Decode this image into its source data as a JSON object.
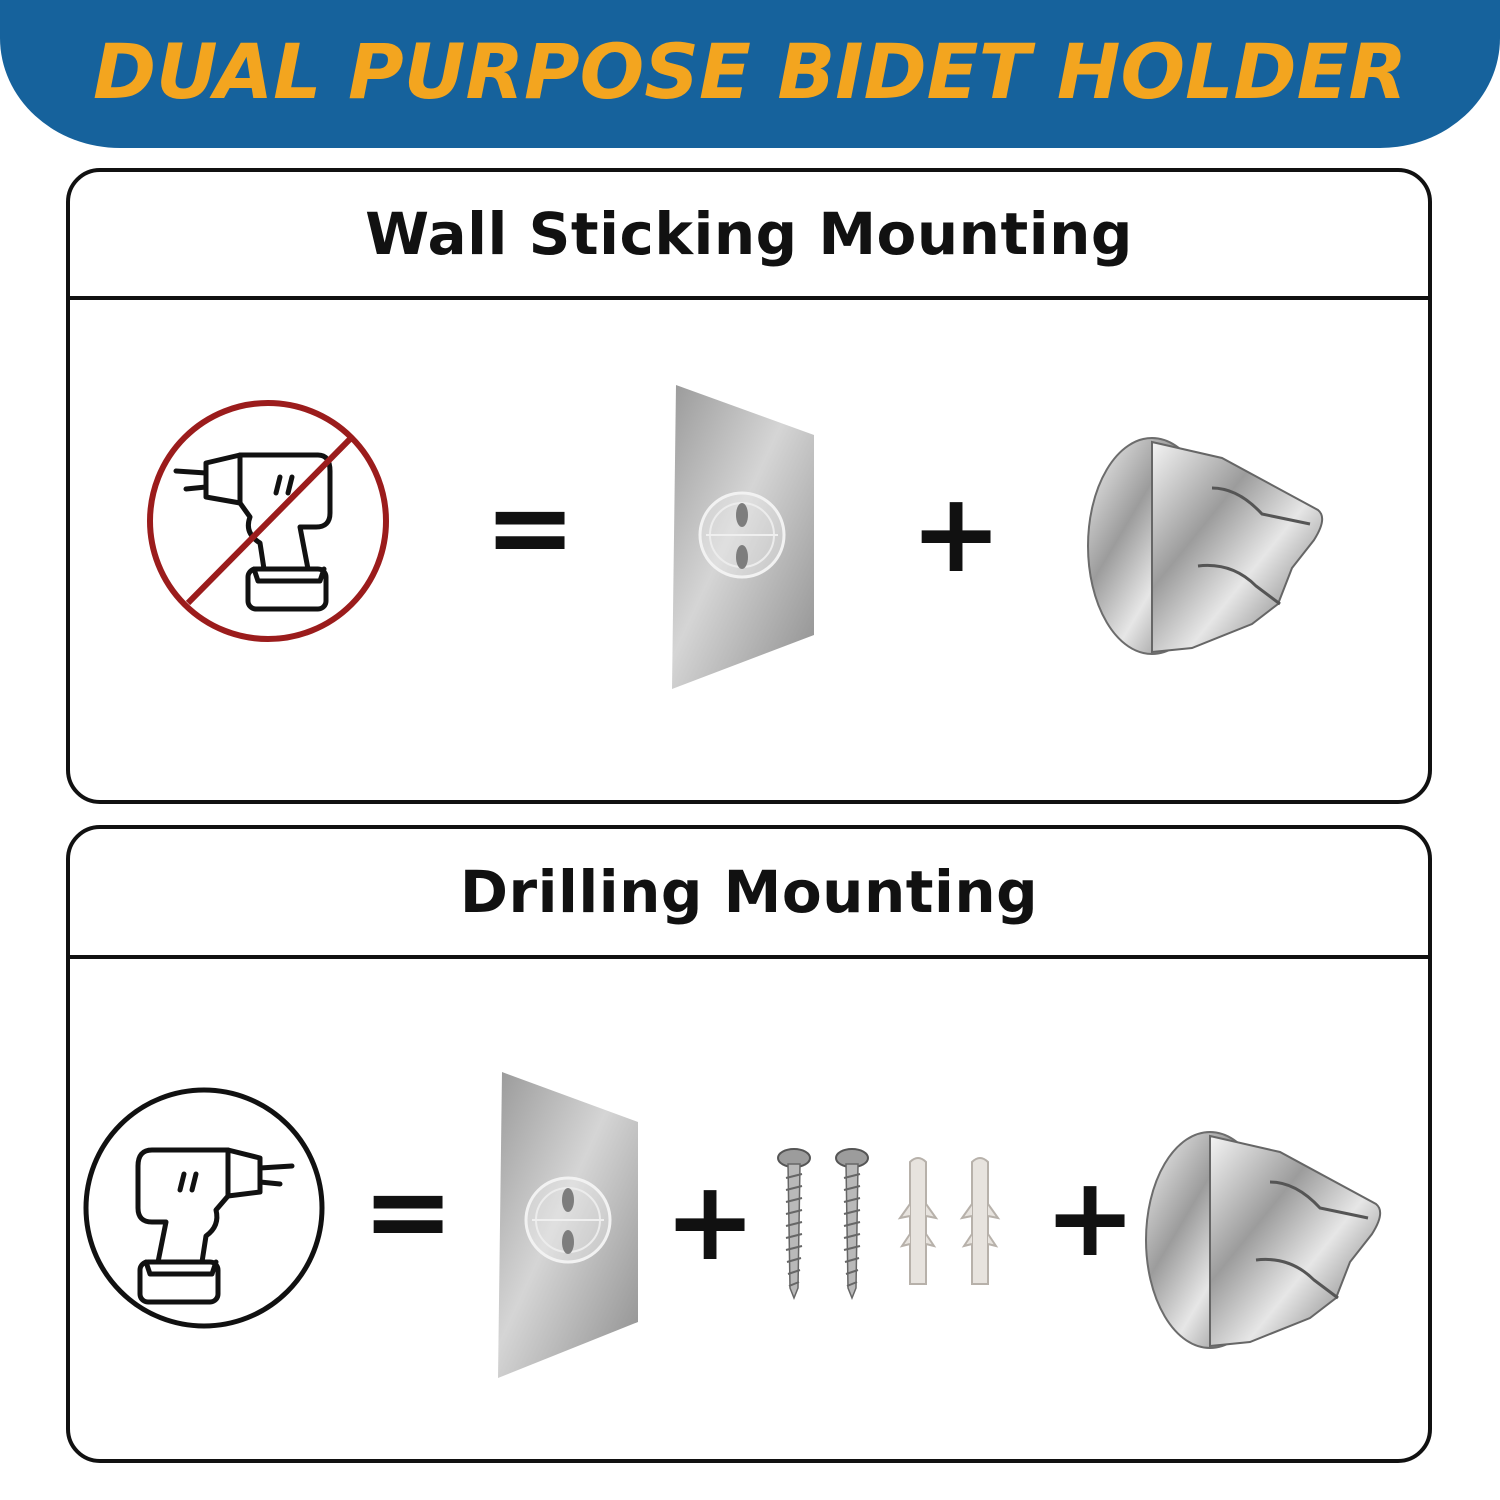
{
  "banner": {
    "title": "DUAL PURPOSE BIDET HOLDER",
    "background_color": "#16629c",
    "title_color": "#f3a51f"
  },
  "sections": [
    {
      "title": "Wall Sticking Mounting",
      "items": [
        "no-drill-icon",
        "equals-sign",
        "adhesive-plate",
        "plus-sign",
        "chrome-holder"
      ],
      "operators": {
        "equals": "=",
        "plus": "+"
      }
    },
    {
      "title": "Drilling Mounting",
      "items": [
        "drill-icon",
        "equals-sign",
        "adhesive-plate",
        "plus-sign",
        "screws",
        "wall-anchors",
        "plus-sign",
        "chrome-holder"
      ],
      "operators": {
        "equals": "=",
        "plus": "+"
      }
    }
  ],
  "colors": {
    "prohibition_red": "#9b1c1c",
    "outline": "#111111"
  }
}
